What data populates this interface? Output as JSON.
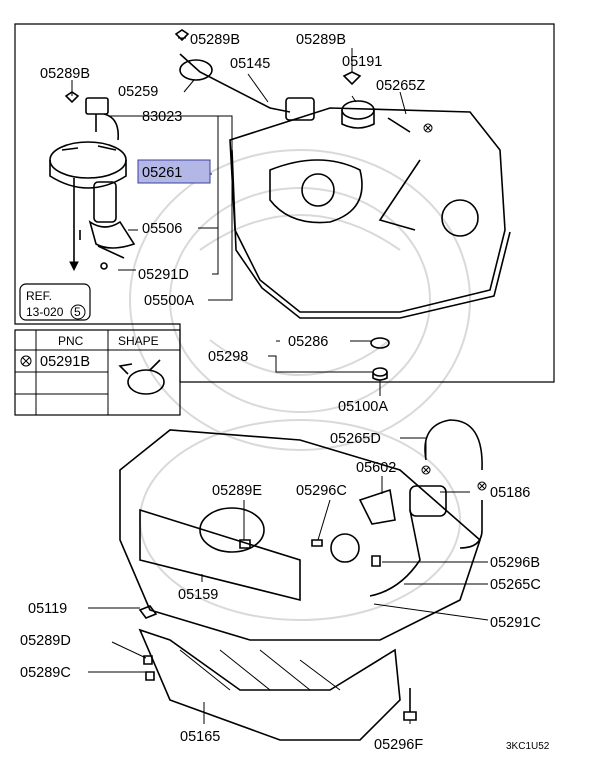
{
  "diagram": {
    "labels": {
      "p05289B_a": "05289B",
      "p05289B_b": "05289B",
      "p05289B_c": "05289B",
      "p05259": "05259",
      "p05145": "05145",
      "p05191": "05191",
      "p05265Z": "05265Z",
      "p83023": "83023",
      "p05261": "05261",
      "p05506": "05506",
      "p05291D": "05291D",
      "p05500A": "05500A",
      "p05286": "05286",
      "p05298": "05298",
      "p05100A": "05100A",
      "p05265D": "05265D",
      "p05602": "05602",
      "p05289E": "05289E",
      "p05296C": "05296C",
      "p05186": "05186",
      "p05296B": "05296B",
      "p05265C": "05265C",
      "p05119": "05119",
      "p05159": "05159",
      "p05291C": "05291C",
      "p05289D": "05289D",
      "p05289C": "05289C",
      "p05165": "05165",
      "p05296F": "05296F"
    },
    "ref": {
      "line1": "REF.",
      "line2": "13-020",
      "circled": "5"
    },
    "shape_table": {
      "col_pnc": "PNC",
      "col_shape": "SHAPE",
      "row1_pnc": "05291B"
    },
    "code": "3KC1U52",
    "highlight_color": "#b3b7e6"
  }
}
